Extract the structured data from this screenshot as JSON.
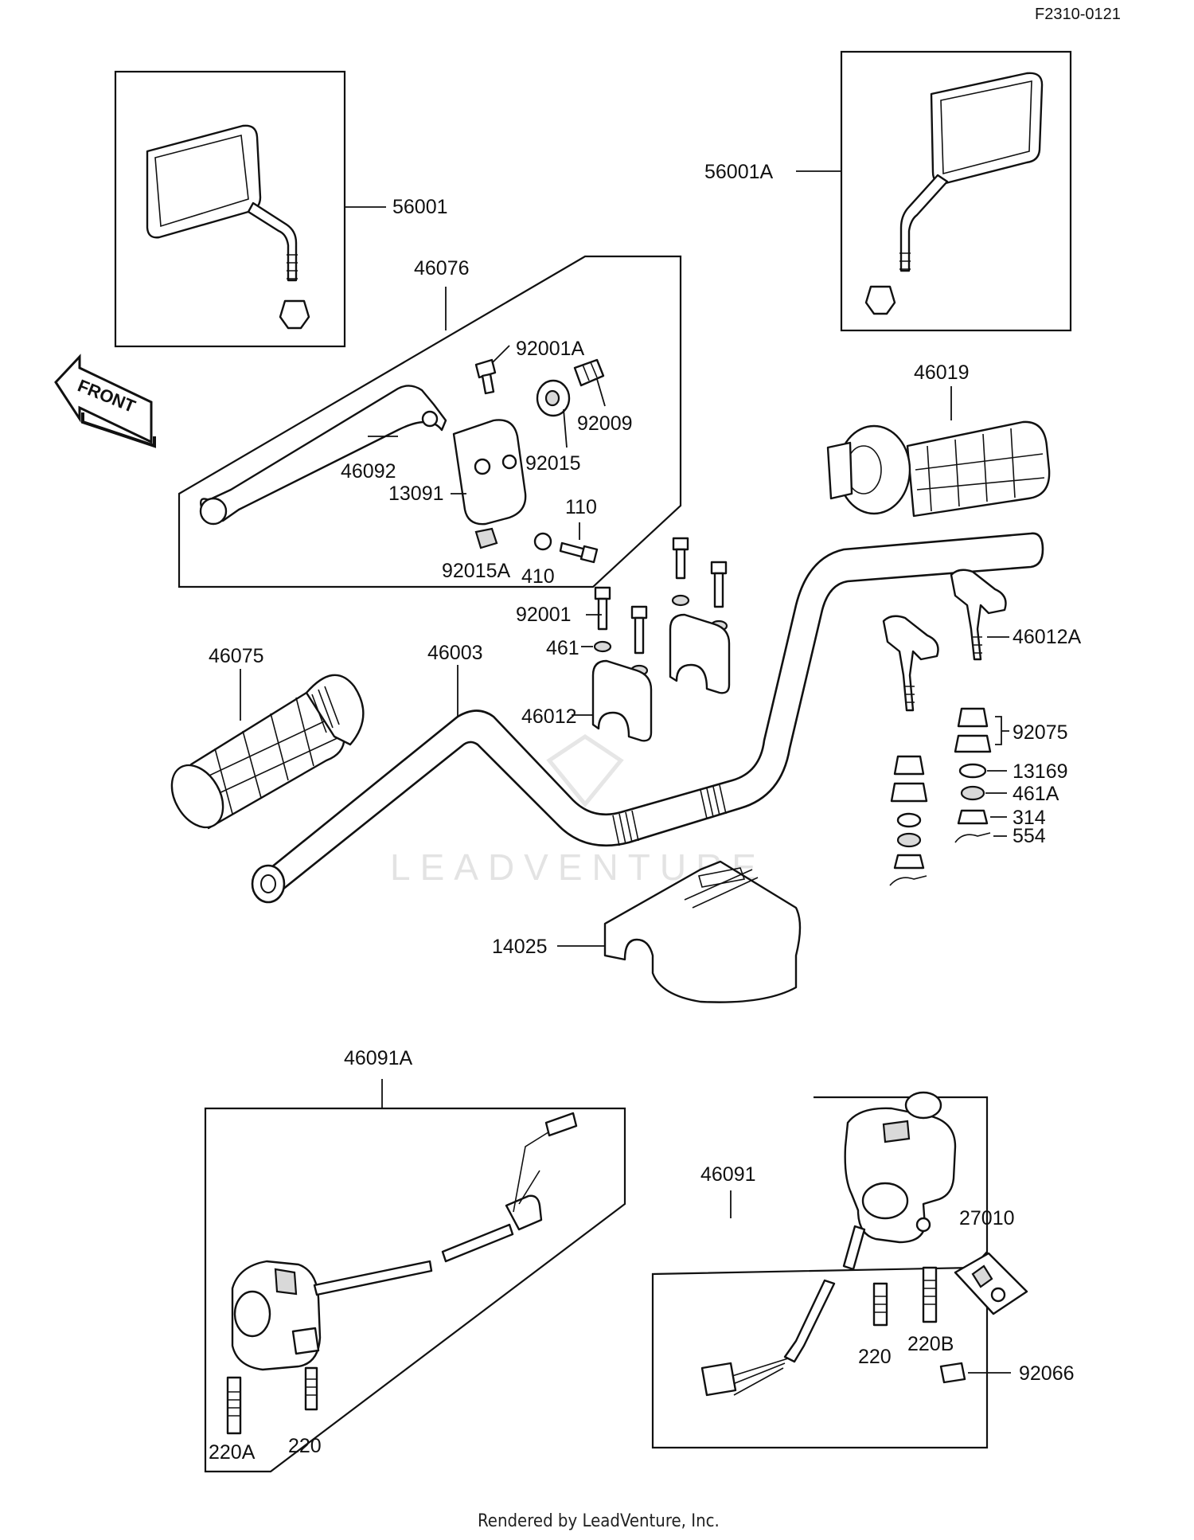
{
  "diagram_code": "F2310-0121",
  "footer": "Rendered by LeadVenture, Inc.",
  "watermark": "LEADVENTURE",
  "front_arrow": "FRONT",
  "labels": {
    "l56001": "56001",
    "l56001A": "56001A",
    "l46076": "46076",
    "l92001A": "92001A",
    "l92009": "92009",
    "l92015": "92015",
    "l46092": "46092",
    "l13091": "13091",
    "l110": "110",
    "l92015A": "92015A",
    "l410": "410",
    "l46019": "46019",
    "l92001": "92001",
    "l461": "461",
    "l46012": "46012",
    "l46012A": "46012A",
    "l46075": "46075",
    "l46003": "46003",
    "l92075": "92075",
    "l13169": "13169",
    "l461A": "461A",
    "l314": "314",
    "l554": "554",
    "l14025": "14025",
    "l46091A": "46091A",
    "l220A": "220A",
    "l220a": "220",
    "l46091": "46091",
    "l27010": "27010",
    "l220b": "220",
    "l220B": "220B",
    "l92066": "92066"
  }
}
